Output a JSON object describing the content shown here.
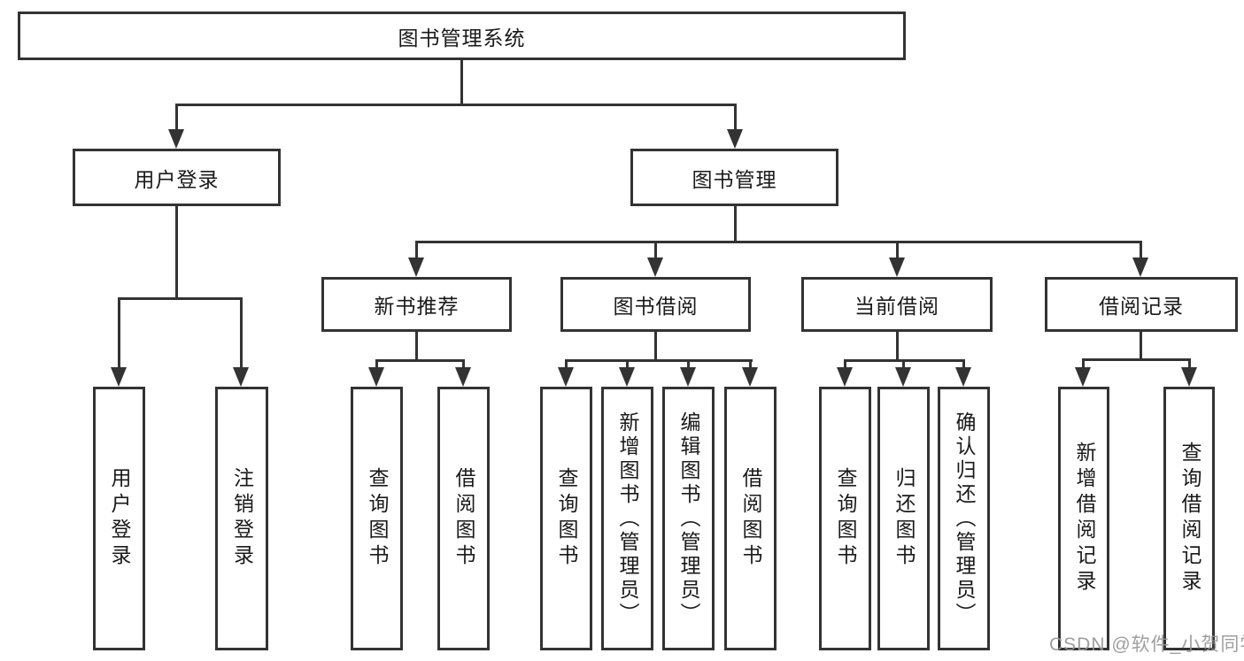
{
  "diagram": {
    "type": "hierarchy",
    "root": {
      "label": "图书管理系统"
    },
    "branches": {
      "user_login": {
        "label": "用户登录",
        "children": [
          "用户登录",
          "注销登录"
        ]
      },
      "book_mgmt": {
        "label": "图书管理",
        "sections": [
          {
            "label": "新书推荐",
            "children": [
              "查询图书",
              "借阅图书"
            ]
          },
          {
            "label": "图书借阅",
            "children": [
              "查询图书",
              "新增图书（管理员）",
              "编辑图书（管理员）",
              "借阅图书"
            ]
          },
          {
            "label": "当前借阅",
            "children": [
              "查询图书",
              "归还图书",
              "确认归还（管理员）"
            ]
          },
          {
            "label": "借阅记录",
            "children": [
              "新增借阅记录",
              "查询借阅记录"
            ]
          }
        ]
      }
    },
    "colors": {
      "line": "#333333",
      "box_border": "#333333",
      "text": "#1a1a1a",
      "background": "#ffffff",
      "watermark": "#949494"
    }
  },
  "watermark": {
    "text": "CSDN @软件_小贺同学"
  }
}
